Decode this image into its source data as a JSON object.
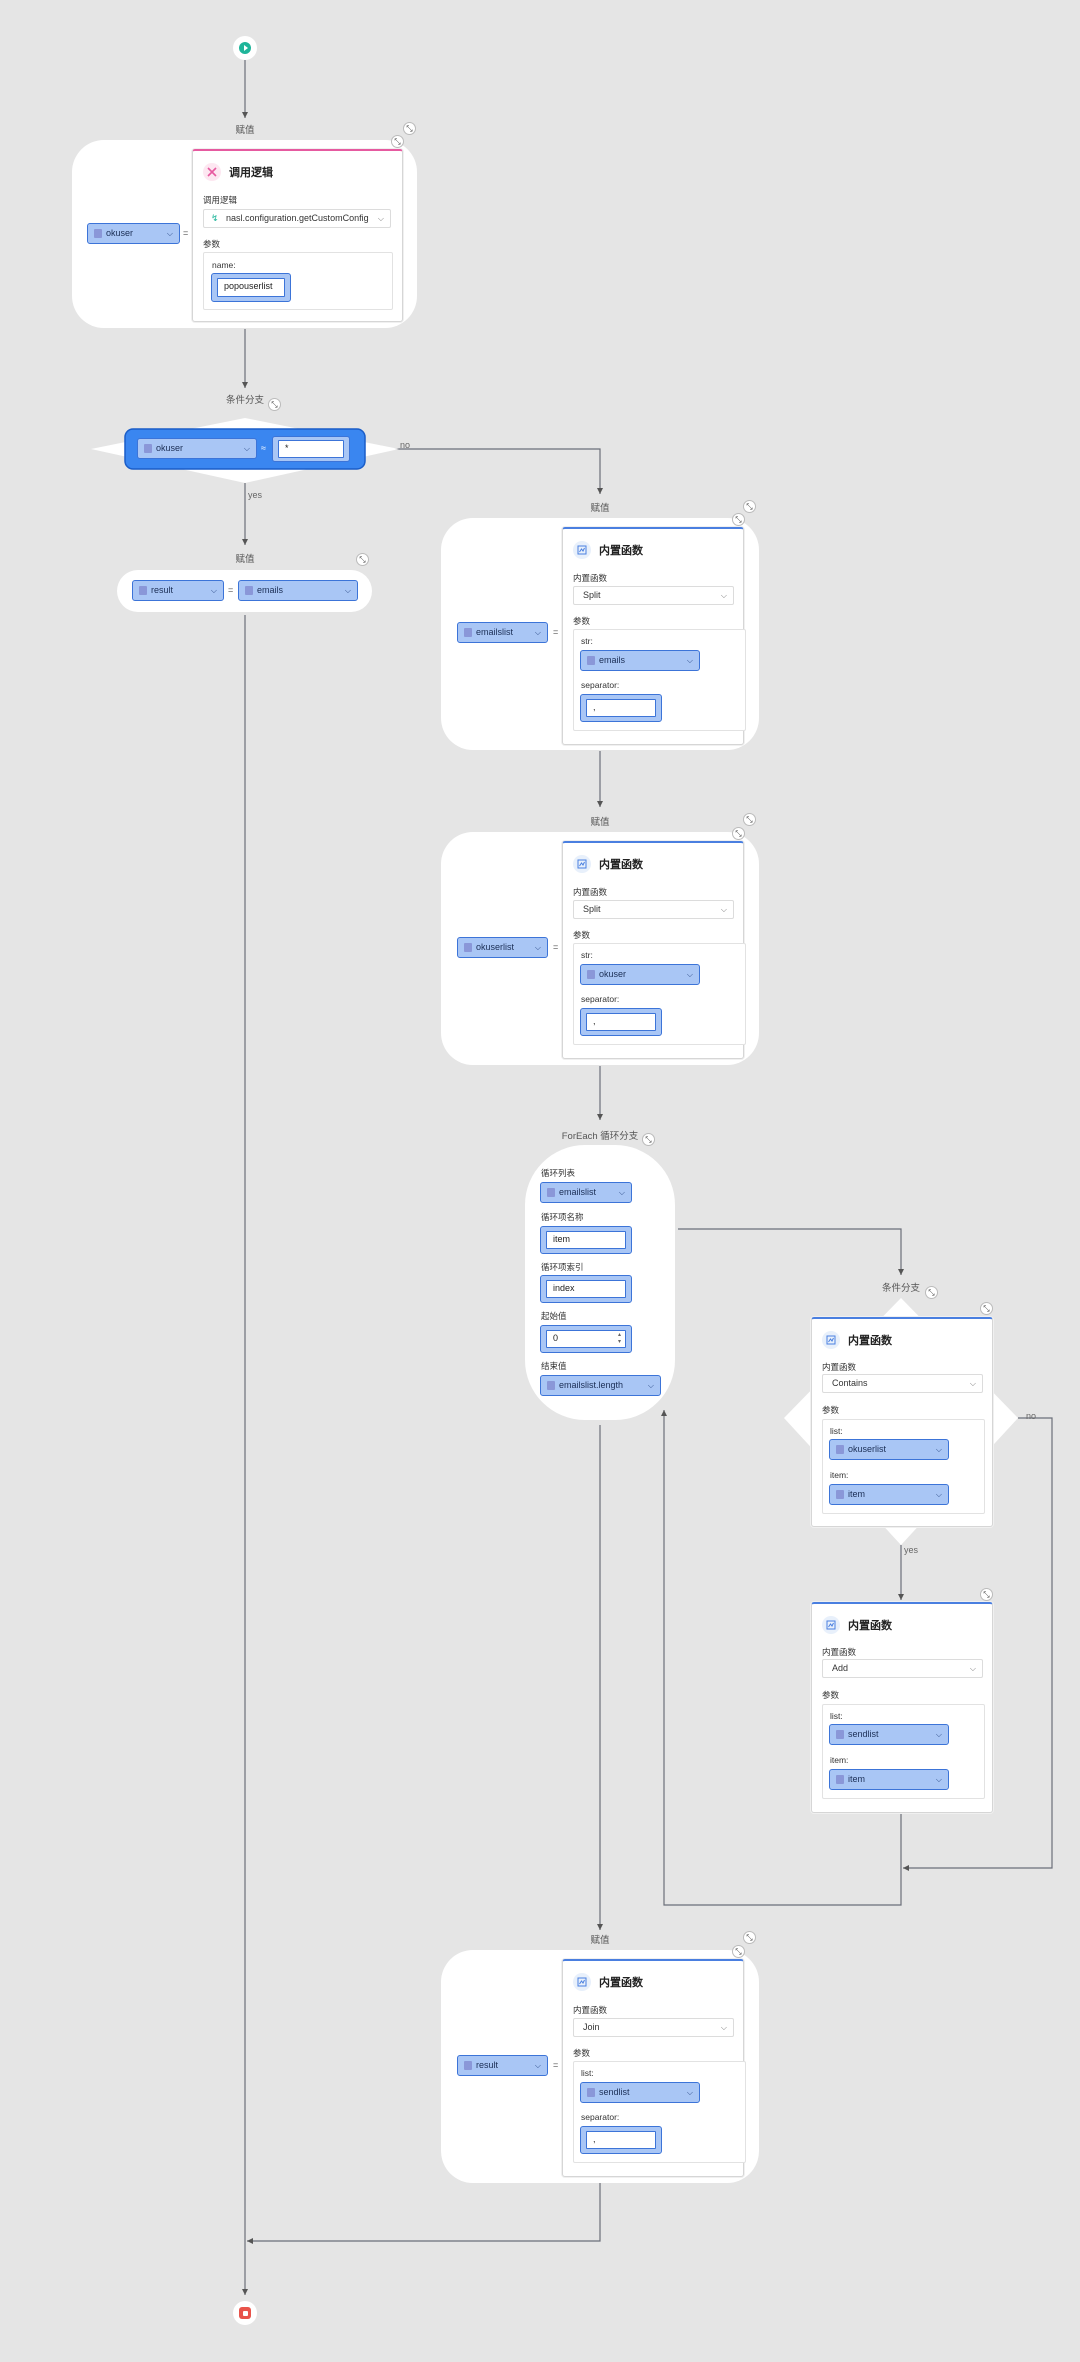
{
  "block_labels": {
    "assign": "赋值",
    "if": "条件分支",
    "foreach": "ForEach 循环分支"
  },
  "edge_labels": {
    "yes": "yes",
    "no": "no"
  },
  "call_logic": {
    "title": "调用逻辑",
    "field_label": "调用逻辑",
    "logic_value": "nasl.configuration.getCustomConfig",
    "params_label": "参数",
    "param_name": "name:",
    "param_value": "popouserlist",
    "target_var": "okuser"
  },
  "if1": {
    "left_var": "okuser",
    "op": "≈",
    "value": "*"
  },
  "assign_result": {
    "target": "result",
    "op": "=",
    "source": "emails"
  },
  "builtin_common": {
    "title": "内置函数",
    "field_label": "内置函数",
    "params_label": "参数"
  },
  "split1": {
    "target_var": "emailslist",
    "func": "Split",
    "arg1_label": "str:",
    "arg1_value": "emails",
    "arg2_label": "separator:",
    "arg2_value": ","
  },
  "split2": {
    "target_var": "okuserlist",
    "func": "Split",
    "arg1_label": "str:",
    "arg1_value": "okuser",
    "arg2_label": "separator:",
    "arg2_value": ","
  },
  "foreach": {
    "list_label": "循环列表",
    "list_value": "emailslist",
    "item_label": "循环项名称",
    "item_value": "item",
    "index_label": "循环项索引",
    "index_value": "index",
    "start_label": "起始值",
    "start_value": "0",
    "end_label": "结束值",
    "end_value": "emailslist.length"
  },
  "contains": {
    "func": "Contains",
    "arg1_label": "list:",
    "arg1_value": "okuserlist",
    "arg2_label": "item:",
    "arg2_value": "item"
  },
  "add": {
    "func": "Add",
    "arg1_label": "list:",
    "arg1_value": "sendlist",
    "arg2_label": "item:",
    "arg2_value": "item"
  },
  "join": {
    "target_var": "result",
    "func": "Join",
    "arg1_label": "list:",
    "arg1_value": "sendlist",
    "arg2_label": "separator:",
    "arg2_value": ","
  },
  "colors": {
    "canvas": "#e5e5e5",
    "var_fill": "#a9c6f5",
    "var_border": "#3c74d8",
    "start": "#1fb59a",
    "end": "#e8534a",
    "if_fill": "#3a86f0",
    "card_accent_blue": "#4a7fe0",
    "card_accent_pink": "#e65aa0"
  }
}
